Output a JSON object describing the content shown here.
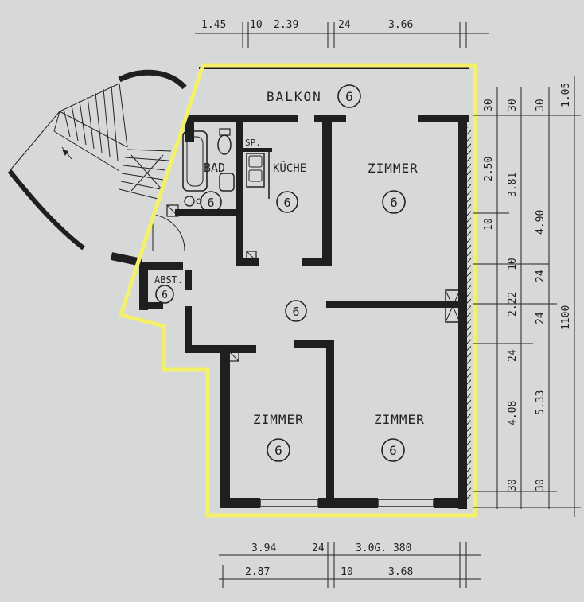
{
  "rooms": {
    "balkon": "BALKON",
    "bad": "BAD",
    "kueche": "KÜCHE",
    "speisekammer": "SP.",
    "abstellraum": "ABST.",
    "zimmer_1": "ZIMMER",
    "zimmer_2": "ZIMMER",
    "zimmer_3": "ZIMMER"
  },
  "room_marker": "6",
  "dimensions": {
    "top": [
      "1.45",
      "10",
      "2.39",
      "24",
      "3.66"
    ],
    "bottom_row_1": [
      "3.94",
      "24",
      "3.0G. 380"
    ],
    "bottom_row_2": [
      "2.87",
      "10",
      "3.68"
    ],
    "right_inner": [
      "30",
      "2.50",
      "10",
      "10",
      "2.22",
      "24",
      "24",
      "4.08",
      "30"
    ],
    "right_middle": [
      "30",
      "3.81",
      "5.33",
      "30"
    ],
    "right_outer_top": [
      "30",
      "4.90",
      "24"
    ],
    "right_far": [
      "1.05",
      "1100"
    ]
  },
  "highlight_color": "#f5f06a"
}
